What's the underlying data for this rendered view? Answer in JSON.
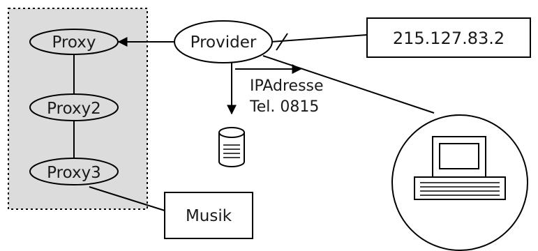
{
  "nodes": {
    "proxy": "Proxy",
    "proxy2": "Proxy2",
    "proxy3": "Proxy3",
    "provider": "Provider",
    "ip_box": "215.127.83.2",
    "musik": "Musik"
  },
  "annotations": {
    "ip_label": "IPAdresse",
    "tel_label": "Tel. 0815"
  },
  "colors": {
    "cluster_fill": "#dcdcdc",
    "line": "#000000",
    "text": "#1a1a1a"
  },
  "icons": {
    "database": "database-icon",
    "computer": "computer-icon"
  }
}
